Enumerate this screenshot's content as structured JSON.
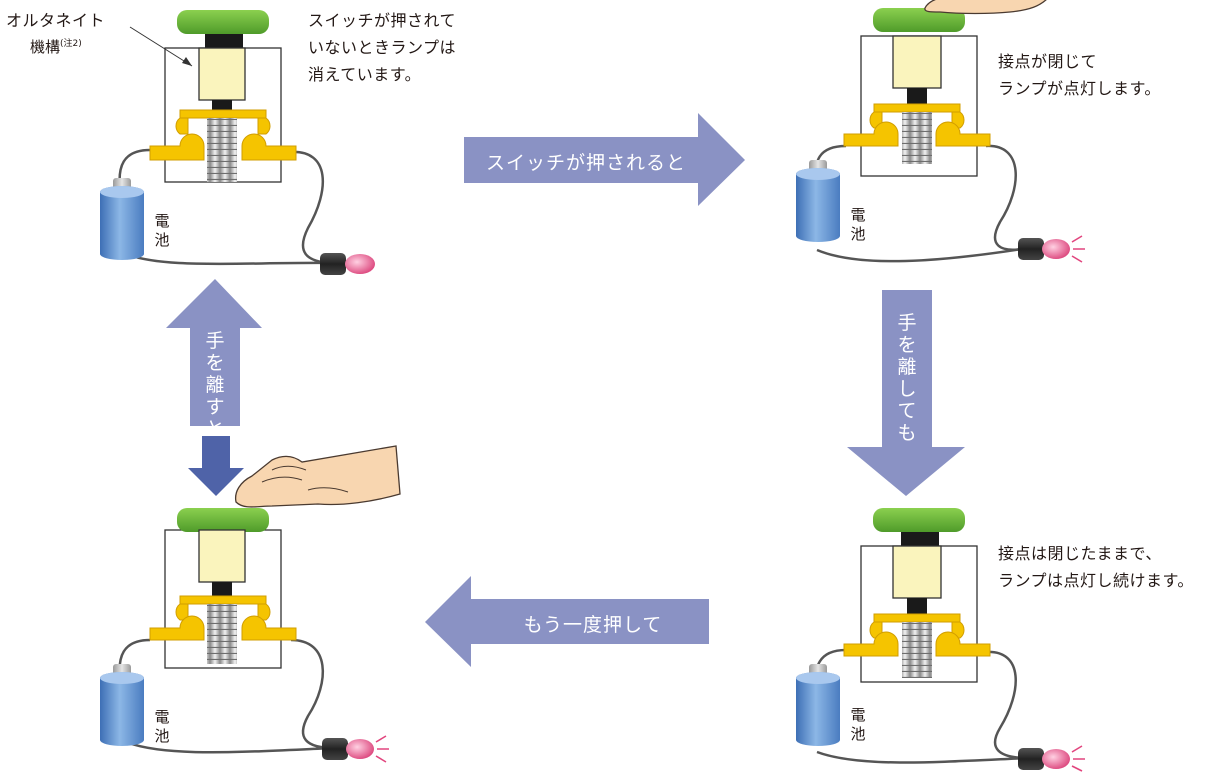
{
  "labels": {
    "mechanism_line1": "オルタネイト",
    "mechanism_line2": "機構",
    "mechanism_note": "(注2)",
    "battery": "電池"
  },
  "states": [
    {
      "id": "initial",
      "text": [
        "スイッチが押されて",
        "いないときランプは",
        "消えています。"
      ]
    },
    {
      "id": "pressed",
      "text": [
        "接点が閉じて",
        "ランプが点灯します。"
      ]
    },
    {
      "id": "released",
      "text": [
        "接点は閉じたままで、",
        "ランプは点灯し続けます。"
      ]
    },
    {
      "id": "pressed-again",
      "text": []
    }
  ],
  "transitions": {
    "press": "スイッチが押されると",
    "release_keep": "手を離しても",
    "press_again": "もう一度押して",
    "release": "手を離すと"
  },
  "colors": {
    "arrow": "#8a92c4",
    "arrow_dark": "#4f63a8",
    "button_green": "#6db33f",
    "contact_yellow": "#f5c400",
    "plunger": "#faf4bd",
    "battery_blue": "#6f9fd6",
    "lamp_pink": "#e2457e"
  }
}
